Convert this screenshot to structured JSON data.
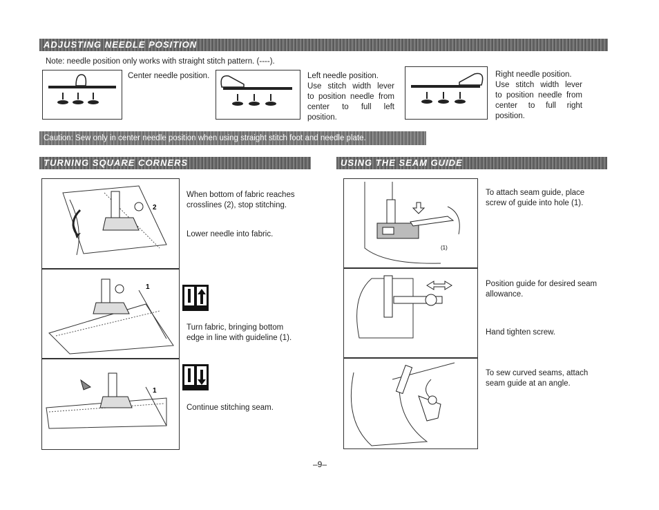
{
  "adjusting": {
    "title": "ADJUSTING NEEDLE POSITION",
    "note": "Note: needle position only works with straight stitch pattern. (----).",
    "center_label": "Center needle position.",
    "left_lines": [
      "Left needle position.",
      "Use stitch width lever",
      "to position needle from",
      "center to full left",
      "position."
    ],
    "right_lines": [
      "Right needle position.",
      "Use stitch width lever",
      "to position needle from",
      "center to full right",
      "position."
    ],
    "caution": "Caution: Sew only in center needle position when using straight stitch foot and needle plate."
  },
  "corners": {
    "title": "TURNING SQUARE CORNERS",
    "step1": [
      "When bottom of fabric reaches",
      "crosslines (2), stop stitching."
    ],
    "step1b": "Lower needle into fabric.",
    "step2": [
      "Turn fabric, bringing bottom",
      "edge in line with guideline (1)."
    ],
    "step3": "Continue stitching seam.",
    "label_2": "2",
    "label_1a": "1",
    "label_1b": "1"
  },
  "seam": {
    "title": "USING THE SEAM GUIDE",
    "step1": [
      "To attach seam guide, place",
      "screw of guide into hole (1)."
    ],
    "step2": [
      "Position guide for desired seam",
      "allowance."
    ],
    "step3": "Hand tighten screw.",
    "step4": [
      "To sew curved seams, attach",
      "seam guide at an angle."
    ],
    "label_hole": "(1)"
  },
  "page_number": "–9–"
}
